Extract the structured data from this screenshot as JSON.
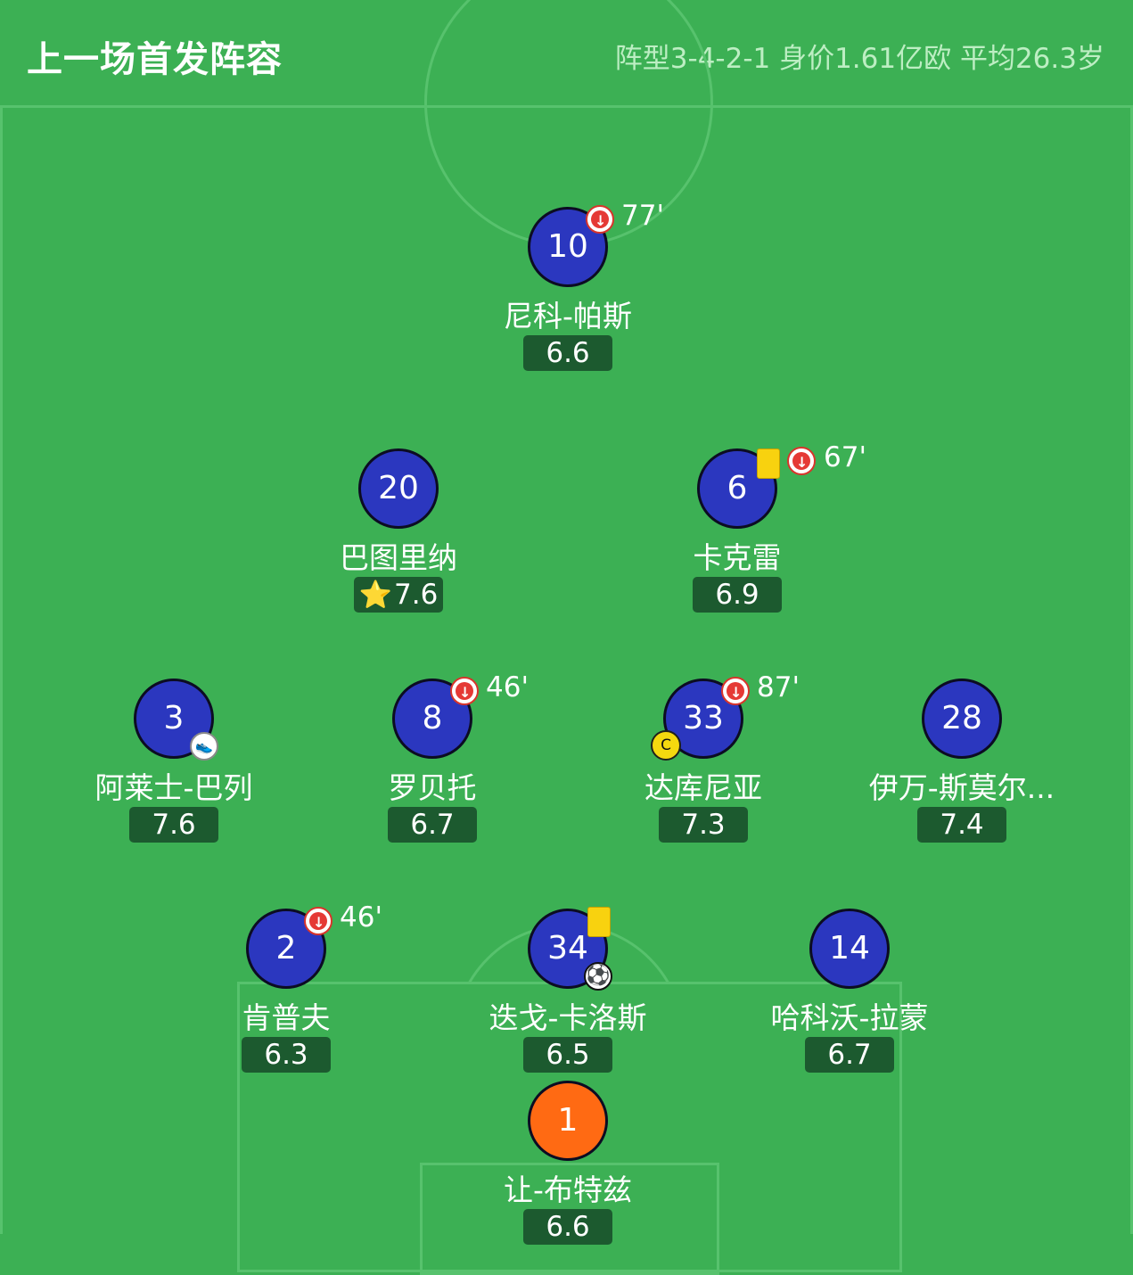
{
  "header": {
    "title": "上一场首发阵容",
    "stats": "阵型3-4-2-1 身价1.61亿欧 平均26.3岁"
  },
  "players": [
    {
      "number": "10",
      "name": "尼科-帕斯",
      "rating": "6.6",
      "sub_time": "77'"
    },
    {
      "number": "20",
      "name": "巴图里纳",
      "rating": "7.6",
      "star": "⭐"
    },
    {
      "number": "6",
      "name": "卡克雷",
      "rating": "6.9",
      "sub_time": "67'"
    },
    {
      "number": "3",
      "name": "阿莱士-巴列",
      "rating": "7.6"
    },
    {
      "number": "8",
      "name": "罗贝托",
      "rating": "6.7",
      "sub_time": "46'"
    },
    {
      "number": "33",
      "name": "达库尼亚",
      "rating": "7.3",
      "sub_time": "87'",
      "captain": "C"
    },
    {
      "number": "28",
      "name": "伊万-斯莫尔...",
      "rating": "7.4"
    },
    {
      "number": "2",
      "name": "肯普夫",
      "rating": "6.3",
      "sub_time": "46'"
    },
    {
      "number": "34",
      "name": "迭戈-卡洛斯",
      "rating": "6.5"
    },
    {
      "number": "14",
      "name": "哈科沃-拉蒙",
      "rating": "6.7"
    },
    {
      "number": "1",
      "name": "让-布特兹",
      "rating": "6.6"
    }
  ],
  "icons": {
    "sub_off": "sub-off-icon",
    "yellow_card": "yellow-card-icon",
    "goal": "soccer-ball-icon",
    "assist": "boot-icon",
    "captain": "captain-icon",
    "star": "star-icon"
  },
  "colors": {
    "pitch": "#3cb054",
    "player_circle": "#2b37bf",
    "goalkeeper_circle": "#ff6a13",
    "rating_bg": "#1c5a2f",
    "yellow_card": "#f8d20f",
    "sub_red": "#e53935"
  }
}
